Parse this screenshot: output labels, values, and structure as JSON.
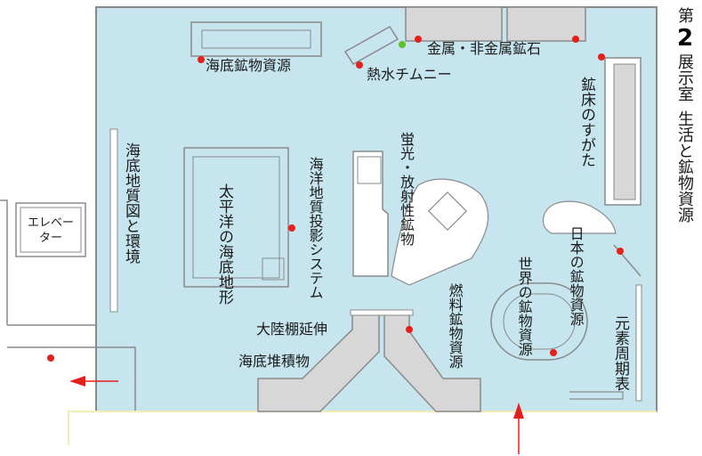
{
  "title": {
    "prefix": "第",
    "number": "2",
    "room": "展示室",
    "theme": "生活と鉱物資源"
  },
  "labels": {
    "seafloor_mineral_resources": "海底鉱物資源",
    "hydrothermal_chimney": "熱水チムニー",
    "metal_nonmetal_ores": "金属・非金属鉱石",
    "ore_deposit_forms": "鉱床のすがた",
    "fluorescent_radioactive": "蛍光・放射性鉱物",
    "ocean_geology_projection": "海洋地質投影システム",
    "pacific_seafloor": "太平洋の海底地形",
    "seafloor_geology_map": "海底地質図と環境",
    "elevator": "エレベーター",
    "japan_mineral_resources": "日本の鉱物資源",
    "world_mineral_resources": "世界の鉱物資源",
    "fuel_mineral_resources": "燃料鉱物資源",
    "continental_shelf": "大陸棚延伸",
    "seafloor_sediments": "海底堆積物",
    "periodic_table": "元素周期表"
  },
  "colors": {
    "floor": "#c6e5ee",
    "wall": "#8a8a8a",
    "case_fill": "#d7d7d7",
    "marker_red": "#e5201b",
    "marker_green": "#5cbf2a",
    "arrow": "#e5201b",
    "door_line": "#f3ecb4"
  },
  "icons": {
    "marker": "red-dot-marker",
    "marker_alt": "green-dot-marker",
    "direction": "red-arrow-icon"
  }
}
